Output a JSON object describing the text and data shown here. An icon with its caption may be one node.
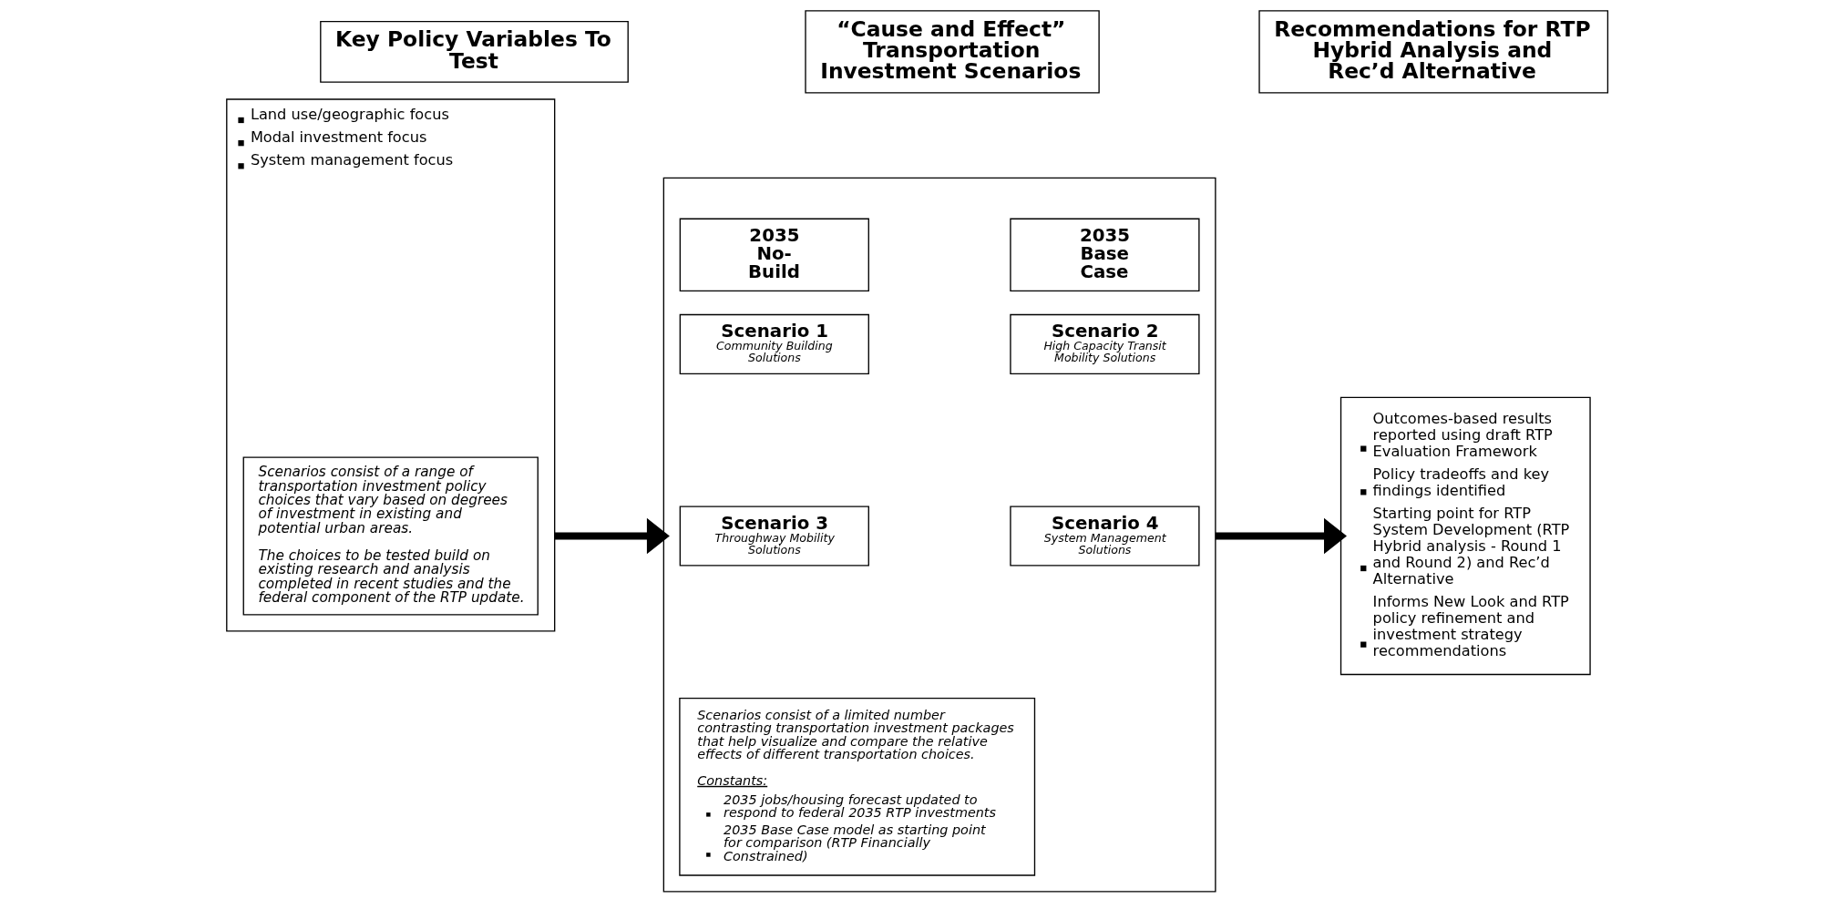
{
  "diagram": {
    "nodes": [
      {
        "text": [
          "Key Policy Variables To Test"
        ]
      },
      {
        "text": [
          "“Cause and Effect” Transportation Investment Scenarios"
        ]
      },
      {
        "text": [
          "Recommendations for RTP Hybrid Analysis and Rec’d Alternative"
        ]
      },
      {
        "text": [
          "Land use/geographic focus",
          "Modal investment focus",
          "System management focus"
        ]
      },
      {
        "text": [
          "Scenarios consist of a range of transportation investment policy choices that vary based on degrees of investment in existing and potential urban areas.",
          "The choices to be tested build on existing research and analysis completed in recent studies and the federal component of the RTP update."
        ],
        "in": 3
      },
      {
        "text": [],
        "shape": "box"
      },
      {
        "text": [
          "2035 No-Build"
        ],
        "in": 5
      },
      {
        "text": [
          "2035 Base Case"
        ],
        "in": 5
      },
      {
        "text": [
          "Scenario 1",
          "Community Building Solutions"
        ],
        "in": 5
      },
      {
        "text": [
          "Scenario 2",
          "High Capacity Transit Mobility Solutions"
        ],
        "in": 5
      },
      {
        "text": [
          "Scenario 3",
          "Throughway Mobility Solutions"
        ],
        "in": 5
      },
      {
        "text": [
          "Scenario 4",
          "System Management Solutions"
        ],
        "in": 5
      },
      {
        "text": [
          "Scenarios consist of a limited number contrasting transportation investment packages that help visualize and compare the relative effects of different transportation choices.",
          "Constants:",
          "2035 jobs/housing forecast updated to respond to federal 2035 RTP investments",
          "2035 Base Case model as starting point for comparison (RTP Financially Constrained)"
        ],
        "in": 5
      },
      {
        "text": [
          "Outcomes-based results reported using draft RTP Evaluation Framework",
          "Policy tradeoffs and key findings identified",
          "Starting point for RTP System Development (RTP Hybrid analysis - Round 1 and Round 2) and Rec’d Alternative",
          "Informs New Look and RTP policy refinement and investment strategy recommendations"
        ]
      }
    ],
    "edges": [
      {
        "from": 3,
        "to": 5,
        "arrow": "to"
      },
      {
        "from": 5,
        "to": 13,
        "arrow": "to"
      }
    ]
  }
}
